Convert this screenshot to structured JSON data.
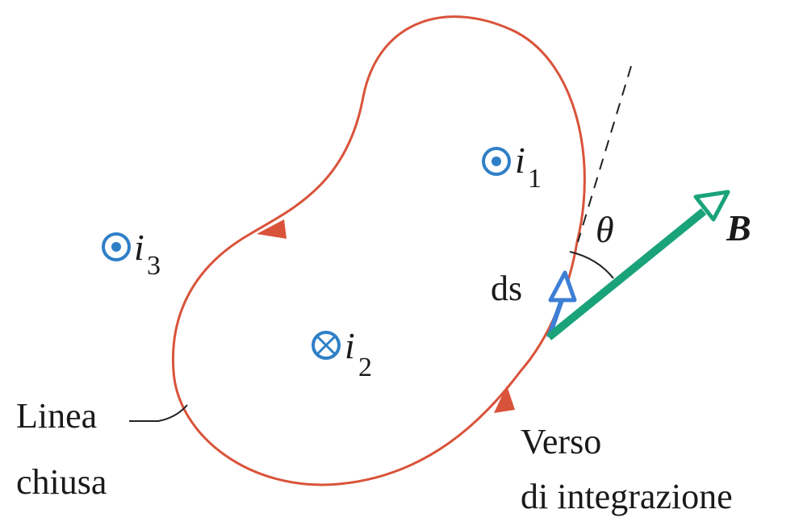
{
  "labels": {
    "current_1": {
      "symbol": "i",
      "subscript": "1"
    },
    "current_2": {
      "symbol": "i",
      "subscript": "2"
    },
    "current_3": {
      "symbol": "i",
      "subscript": "3"
    },
    "angle": "θ",
    "field": "B",
    "element": "ds",
    "curve_line1": "Linea",
    "curve_line2": "chiusa",
    "direction_line1": "Verso",
    "direction_line2": "di integrazione"
  },
  "colors": {
    "curve": "#d9533a",
    "current_symbol": "#2f7fc7",
    "field_vector": "#1aa37a",
    "ds_vector": "#3d7fd6",
    "text": "#1a1a1a"
  },
  "icons": {
    "current_1": "current-out-of-page-icon",
    "current_2": "current-into-page-icon",
    "current_3": "current-out-of-page-icon"
  }
}
